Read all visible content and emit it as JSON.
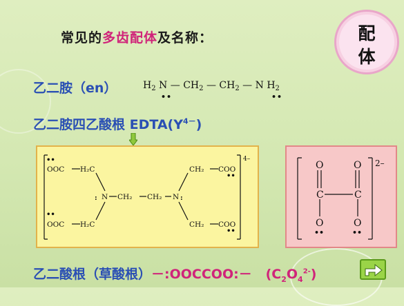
{
  "title": {
    "prefix": "常见的",
    "highlight": "多齿配体",
    "suffix": "及名称："
  },
  "badge": {
    "line1": "配",
    "line2": "体"
  },
  "en": {
    "label": "乙二胺（en）",
    "formula": [
      "H",
      "2",
      "N",
      "—",
      "CH",
      "2",
      "—",
      "CH",
      "2",
      "—",
      "N",
      "H",
      "2"
    ]
  },
  "edta": {
    "label_prefix": "乙二胺四乙酸根 EDTA(Y",
    "label_sup": "4－",
    "label_suffix": ")",
    "charge": "4–",
    "groups": {
      "ooc": "OOC",
      "h2c": "H₂C",
      "ch2": "CH₂",
      "coo": "COO",
      "n": "N",
      "dash": "—"
    }
  },
  "oxalate": {
    "o": "O",
    "c": "C",
    "charge": "2–"
  },
  "bottom": {
    "label": "乙二酸根（草酸根）",
    "formula": "－:OOCCOO:－",
    "ion_open": "(C",
    "ion_sub1": "2",
    "ion_o": "O",
    "ion_sub2": "4",
    "ion_sup": "2-",
    "ion_close": ")"
  },
  "colors": {
    "blue": "#2a4fb4",
    "pink": "#d0247a",
    "edta_bg": "#fbf5a0",
    "ox_bg": "#f7c8c8"
  }
}
